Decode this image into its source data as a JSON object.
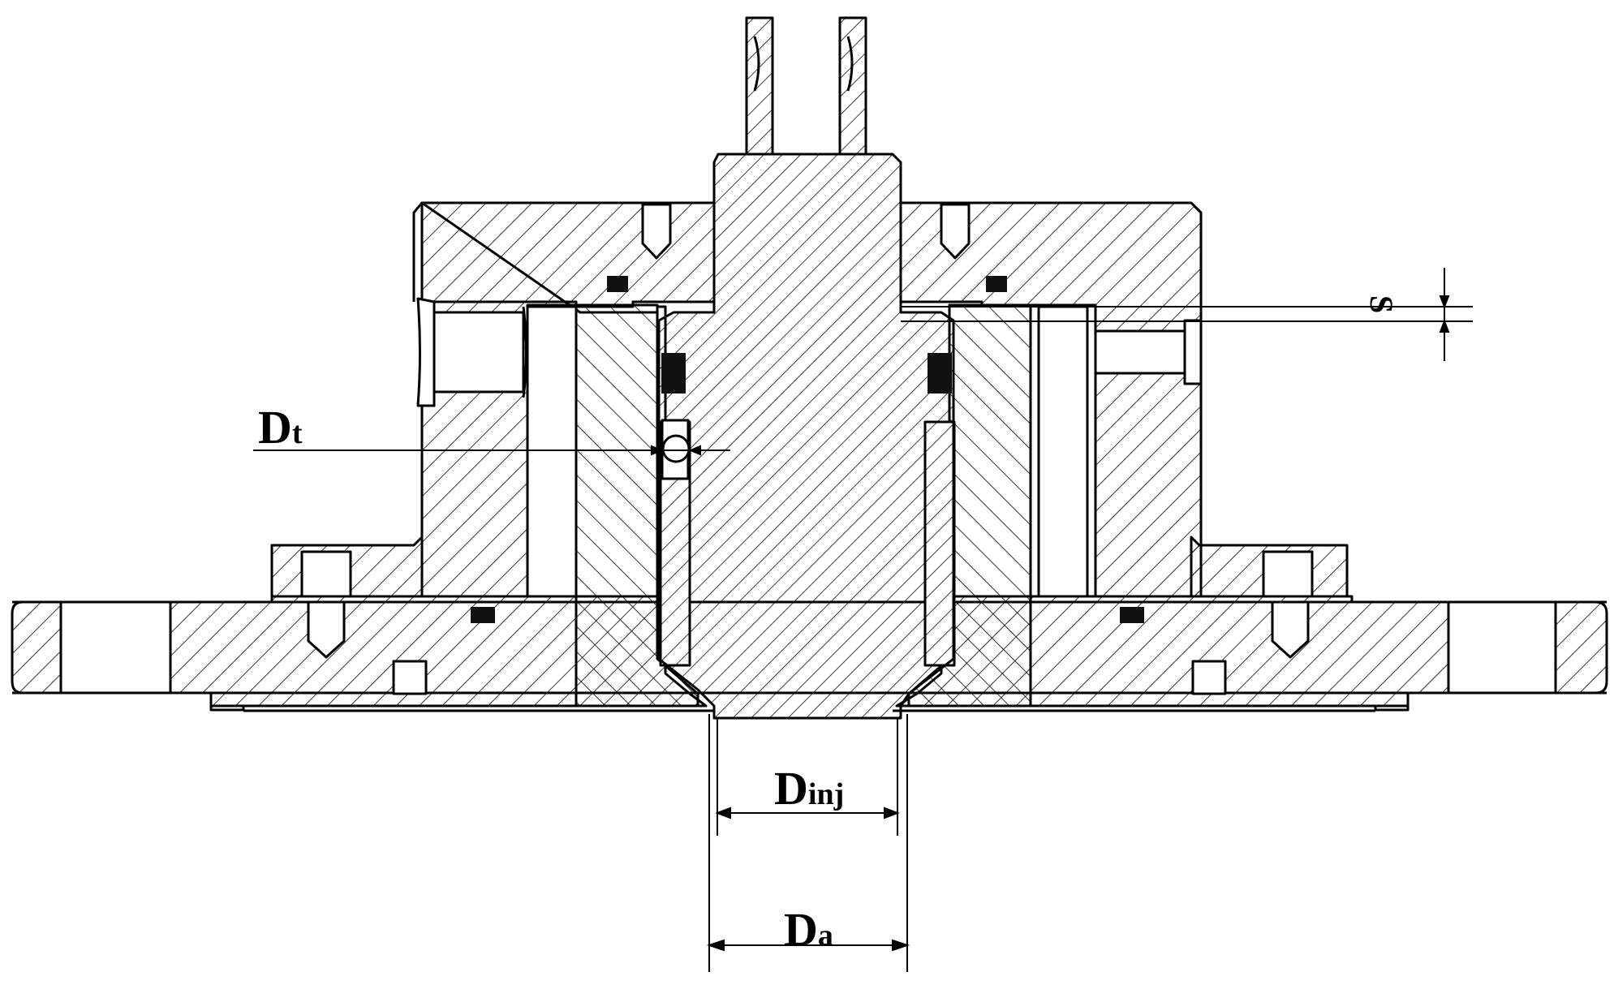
{
  "diagram": {
    "labels": {
      "dt": {
        "main": "D",
        "sub": "t"
      },
      "dinj": {
        "main": "D",
        "sub": "inj"
      },
      "da": {
        "main": "D",
        "sub": "a"
      },
      "s": "S"
    },
    "colors": {
      "line": "#000000",
      "seal": "#111111",
      "background": "#ffffff"
    }
  }
}
